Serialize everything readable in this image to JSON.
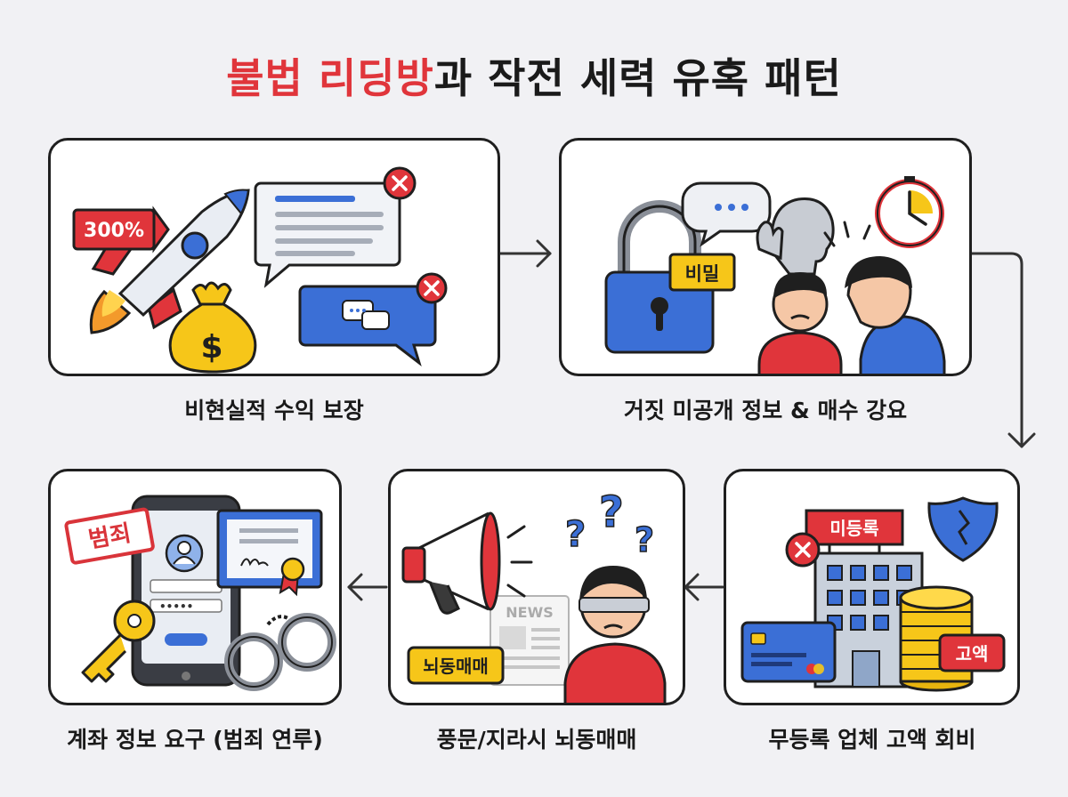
{
  "title": {
    "highlight": "불법 리딩방",
    "rest": "과 작전 세력 유혹 패턴"
  },
  "steps": [
    {
      "caption": "비현실적 수익 보장",
      "badge": "300%"
    },
    {
      "caption": "거짓 미공개 정보 & 매수 강요",
      "badge": "비밀"
    },
    {
      "caption": "무등록 업체 고액 회비",
      "sign": "미등록",
      "badge": "고액"
    },
    {
      "caption": "풍문/지라시 뇌동매매",
      "badge": "뇌동매매",
      "news": "NEWS"
    },
    {
      "caption": "계좌 정보 요구 (범죄 연루)",
      "stamp": "범죄",
      "password_mask": "•••••"
    }
  ],
  "colors": {
    "accent_red": "#e0353b",
    "blue": "#3b6fd6",
    "yellow": "#f6c619",
    "border": "#1f1f1f"
  }
}
